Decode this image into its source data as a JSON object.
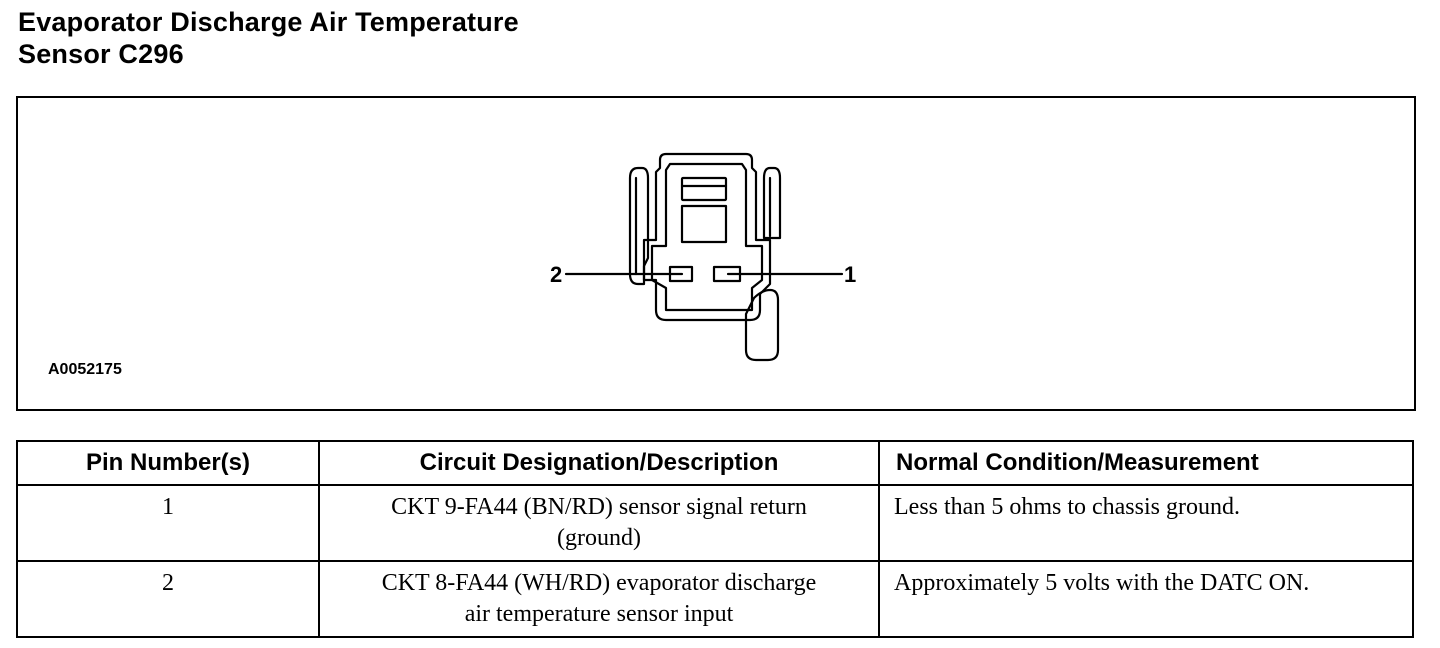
{
  "title": {
    "line1": "Evaporator Discharge Air Temperature",
    "line2": "Sensor C296"
  },
  "figure": {
    "id": "A0052175",
    "pin_labels": [
      "2",
      "1"
    ]
  },
  "table": {
    "headers": [
      "Pin Number(s)",
      "Circuit Designation/Description",
      "Normal Condition/Measurement"
    ],
    "rows": [
      {
        "pin": "1",
        "circuit_line1": "CKT 9-FA44 (BN/RD) sensor signal return",
        "circuit_line2": "(ground)",
        "condition": "Less than 5 ohms to chassis ground."
      },
      {
        "pin": "2",
        "circuit_line1": "CKT 8-FA44 (WH/RD) evaporator discharge",
        "circuit_line2": "air temperature sensor input",
        "condition": "Approximately 5 volts with the DATC ON."
      }
    ]
  }
}
